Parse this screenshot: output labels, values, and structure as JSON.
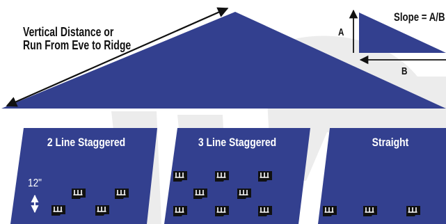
{
  "colors": {
    "roof_blue": "#33408f",
    "watermark": "#ebebeb",
    "arrow": "#111111",
    "text_dark": "#111111",
    "text_light": "#ffffff",
    "guard_icon_fill": "#111111"
  },
  "roof": {
    "run_label_line1": "Vertical Distance or",
    "run_label_line2": "Run From Eve to Ridge"
  },
  "slope": {
    "formula": "Slope = A/B",
    "rise_label": "A",
    "run_label": "B"
  },
  "patterns": [
    {
      "title": "2 Line Staggered",
      "spacing_label": "12\"",
      "icon": "snow-guard-icon"
    },
    {
      "title": "3 Line Staggered",
      "icon": "snow-guard-icon"
    },
    {
      "title": "Straight",
      "icon": "snow-guard-icon"
    }
  ]
}
